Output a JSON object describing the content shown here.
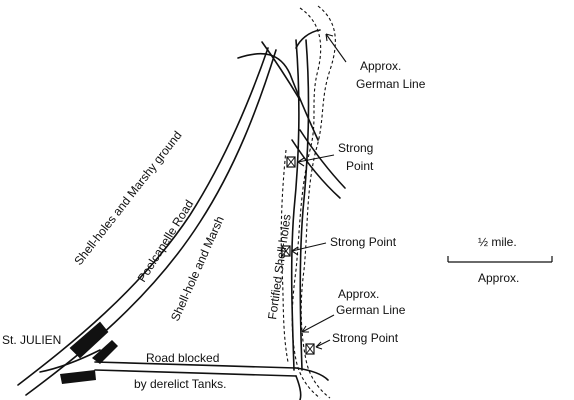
{
  "map": {
    "labels": {
      "approx_german_line_top_1": "Approx.",
      "approx_german_line_top_2": "German Line",
      "strong_point_top_1": "Strong",
      "strong_point_top_2": "Point",
      "strong_point_middle": "Strong Point",
      "approx_german_line_mid_1": "Approx.",
      "approx_german_line_mid_2": "German Line",
      "strong_point_bottom": "Strong Point",
      "shell_holes_marshy": "Shell-holes and Marshy ground",
      "poelcapelle_road": "Poelcapelle Road",
      "shell_hole_marsh": "Shell-hole and Marsh",
      "fortified_shell_holes": "Fortified Shell-holes",
      "st_julien": "St. JULIEN",
      "road_blocked_1": "Road blocked",
      "road_blocked_2": "by derelict Tanks."
    },
    "scale": {
      "distance": "½ mile.",
      "note": "Approx."
    }
  }
}
